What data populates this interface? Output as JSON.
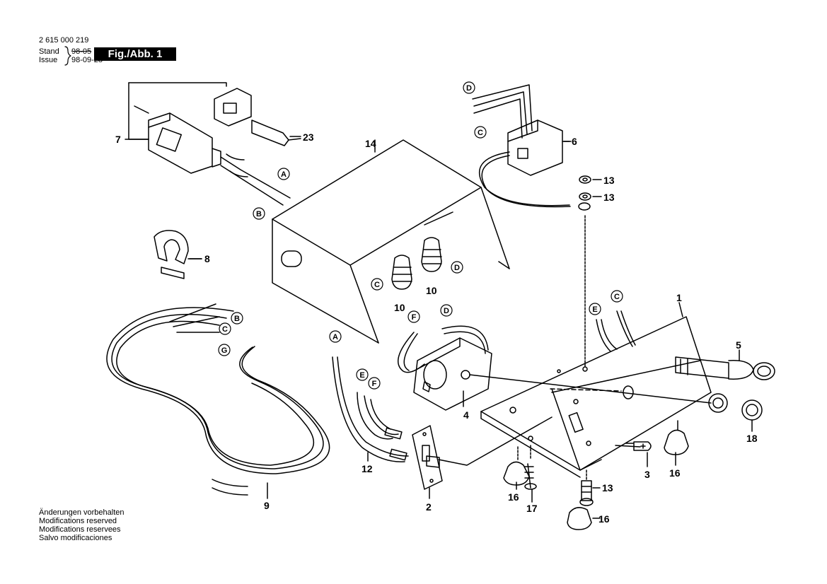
{
  "header": {
    "doc_number": "2 615 000 219",
    "stand_label": "Stand",
    "stand_date": "98-05",
    "issue_label": "Issue",
    "issue_date": "98-09-28",
    "figure_label": "Fig./Abb. 1"
  },
  "notes": [
    "Änderungen vorbehalten",
    "Modifications reserved",
    "Modifications reservees",
    "Salvo modificaciones"
  ],
  "parts": [
    {
      "key": "p1",
      "number": "1"
    },
    {
      "key": "p2",
      "number": "2"
    },
    {
      "key": "p3",
      "number": "3"
    },
    {
      "key": "p4",
      "number": "4"
    },
    {
      "key": "p5",
      "number": "5"
    },
    {
      "key": "p6",
      "number": "6"
    },
    {
      "key": "p7",
      "number": "7"
    },
    {
      "key": "p8",
      "number": "8"
    },
    {
      "key": "p9",
      "number": "9"
    },
    {
      "key": "p10a",
      "number": "10"
    },
    {
      "key": "p10b",
      "number": "10"
    },
    {
      "key": "p12",
      "number": "12"
    },
    {
      "key": "p13a",
      "number": "13"
    },
    {
      "key": "p13b",
      "number": "13"
    },
    {
      "key": "p13c",
      "number": "13"
    },
    {
      "key": "p14",
      "number": "14"
    },
    {
      "key": "p16a",
      "number": "16"
    },
    {
      "key": "p16b",
      "number": "16"
    },
    {
      "key": "p16c",
      "number": "16"
    },
    {
      "key": "p17",
      "number": "17"
    },
    {
      "key": "p18",
      "number": "18"
    },
    {
      "key": "p23",
      "number": "23"
    }
  ],
  "connectors": [
    {
      "key": "cA1",
      "letter": "A"
    },
    {
      "key": "cB1",
      "letter": "B"
    },
    {
      "key": "cD1",
      "letter": "D"
    },
    {
      "key": "cC1",
      "letter": "C"
    },
    {
      "key": "cB2",
      "letter": "B"
    },
    {
      "key": "cC2",
      "letter": "C"
    },
    {
      "key": "cG",
      "letter": "G"
    },
    {
      "key": "cC3",
      "letter": "C"
    },
    {
      "key": "cD2",
      "letter": "D"
    },
    {
      "key": "cF1",
      "letter": "F"
    },
    {
      "key": "cD3",
      "letter": "D"
    },
    {
      "key": "cA2",
      "letter": "A"
    },
    {
      "key": "cE1",
      "letter": "E"
    },
    {
      "key": "cF2",
      "letter": "F"
    },
    {
      "key": "cE2",
      "letter": "E"
    },
    {
      "key": "cC4",
      "letter": "C"
    }
  ]
}
